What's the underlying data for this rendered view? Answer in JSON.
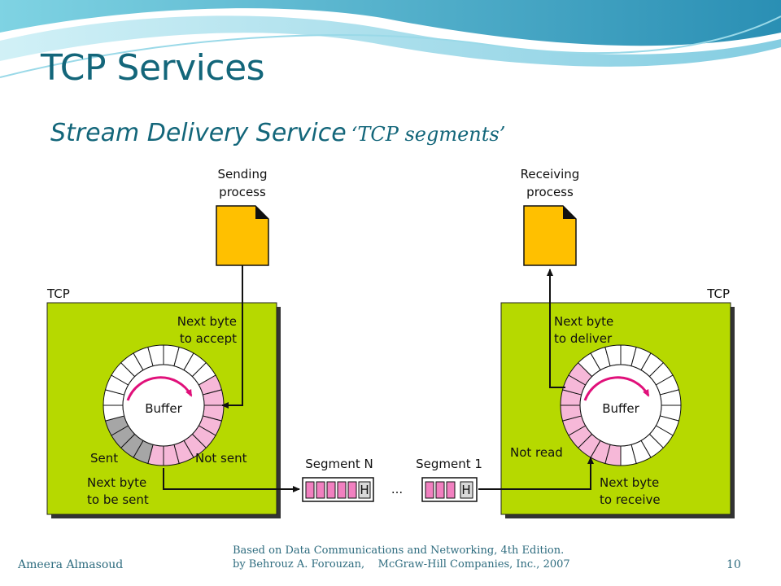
{
  "slide": {
    "title": "TCP Services",
    "subtitle": "Stream Delivery Service",
    "subtitle_note": "‘TCP segments’"
  },
  "diagram": {
    "sending_process_line1": "Sending",
    "sending_process_line2": "process",
    "receiving_process_line1": "Receiving",
    "receiving_process_line2": "process",
    "tcp_left": "TCP",
    "tcp_right": "TCP",
    "next_byte_accept_1": "Next byte",
    "next_byte_accept_2": "to accept",
    "next_byte_deliver_1": "Next byte",
    "next_byte_deliver_2": "to deliver",
    "buffer_left": "Buffer",
    "buffer_right": "Buffer",
    "sent": "Sent",
    "not_sent": "Not sent",
    "not_read": "Not read",
    "next_byte_sent_1": "Next byte",
    "next_byte_sent_2": "to be sent",
    "next_byte_receive_1": "Next byte",
    "next_byte_receive_2": "to receive",
    "segment_n": "Segment N",
    "segment_1": "Segment 1",
    "header_n": "H",
    "header_1": "H",
    "ellipsis": "...",
    "colors": {
      "tcp_box": "#b6d900",
      "document": "#ffc000",
      "buffer_pink": "#f6b8d8",
      "buffer_gray": "#a6a6a6",
      "data_pink": "#f180c0",
      "arrow_magenta": "#e0107a"
    }
  },
  "footer": {
    "author": "Ameera Almasoud",
    "source_line1": "Based on Data Communications and Networking, 4th Edition.",
    "source_line2": "by Behrouz A. Forouzan,    McGraw-Hill Companies, Inc., 2007",
    "page_number": "10"
  }
}
